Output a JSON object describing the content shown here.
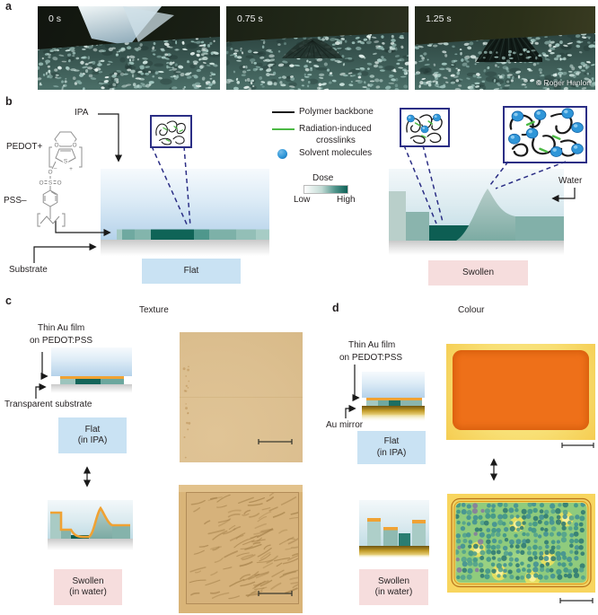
{
  "figure": {
    "panel_a": {
      "label": "a",
      "frames": [
        {
          "time": "0 s"
        },
        {
          "time": "0.75 s"
        },
        {
          "time": "1.25 s"
        }
      ],
      "credit": "© Roger Hanlon"
    },
    "panel_b": {
      "label": "b",
      "ipa": "IPA",
      "pedot": "PEDOT+",
      "pss": "PSS–",
      "substrate": "Substrate",
      "flat": "Flat",
      "swollen": "Swollen",
      "water": "Water",
      "legend": {
        "polymer_backbone": "Polymer backbone",
        "crosslinks_line1": "Radiation-induced",
        "crosslinks_line2": "crosslinks",
        "solvent": "Solvent molecules",
        "dose": "Dose",
        "low": "Low",
        "high": "High"
      }
    },
    "panel_c": {
      "label": "c",
      "heading": "Texture",
      "film_label_line1": "Thin Au film",
      "film_label_line2": "on PEDOT:PSS",
      "substrate_label": "Transparent substrate",
      "flat_line1": "Flat",
      "flat_line2": "(in IPA)",
      "swollen_line1": "Swollen",
      "swollen_line2": "(in water)"
    },
    "panel_d": {
      "label": "d",
      "heading": "Colour",
      "film_label_line1": "Thin Au film",
      "film_label_line2": "on PEDOT:PSS",
      "mirror_label": "Au mirror",
      "flat_line1": "Flat",
      "flat_line2": "(in IPA)",
      "swollen_line1": "Swollen",
      "swollen_line2": "(in water)"
    },
    "colors": {
      "flat_box": "#c9e2f3",
      "swollen_box": "#f6dddd",
      "dose_high": "#0d6156",
      "au_film": "#f0a233",
      "solvent_blue": "#2f96d8",
      "crosslink_green": "#4cb944",
      "inset_border": "#2b2e85"
    }
  }
}
